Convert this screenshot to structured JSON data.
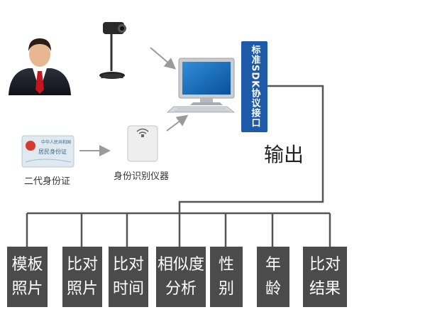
{
  "sdk_interface": "标准SDK协议接口",
  "output_label": "输出",
  "id_card_caption": "二代身份证",
  "reader_caption": "身份识别仪器",
  "id_card": {
    "header": "中华人民共和国",
    "title": "居民身份证"
  },
  "outputs": [
    {
      "label": "模板\n照片"
    },
    {
      "label": "比对\n照片"
    },
    {
      "label": "比对\n时间"
    },
    {
      "label": "相似度\n分析"
    },
    {
      "label": "性\n别"
    },
    {
      "label": "年\n龄"
    },
    {
      "label": "比对\n结果"
    }
  ],
  "colors": {
    "sdk_blue": "#1f5aa8",
    "box_gray": "#4b4b4b",
    "line": "#555555",
    "arrow": "#9a9a9a"
  }
}
